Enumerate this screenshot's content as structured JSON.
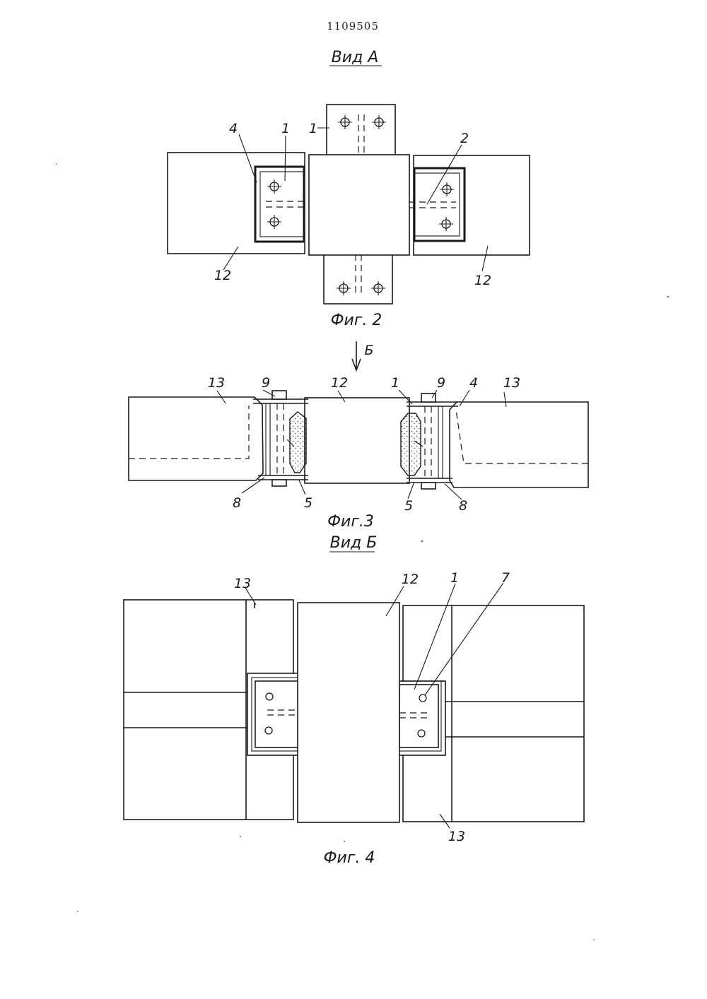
{
  "document": {
    "patent_number": "1109505"
  },
  "fig2": {
    "view_title": "Вид А",
    "caption": "Фиг. 2",
    "labels": {
      "l4": "4",
      "l1a": "1",
      "l1b": "1",
      "l2": "2",
      "l12a": "12",
      "l12b": "12"
    }
  },
  "fig3": {
    "arrow_label": "Б",
    "caption": "Фиг.3",
    "labels": {
      "l13a": "13",
      "l9a": "9",
      "l12": "12",
      "l1": "1",
      "l9b": "9",
      "l4": "4",
      "l13b": "13",
      "l8a": "8",
      "l5a": "5",
      "l5b": "5",
      "l8b": "8"
    }
  },
  "fig4": {
    "view_title": "Вид Б",
    "caption": "Фиг. 4",
    "labels": {
      "l13a": "13",
      "l12": "12",
      "l1": "1",
      "l7": "7",
      "l13b": "13"
    }
  }
}
